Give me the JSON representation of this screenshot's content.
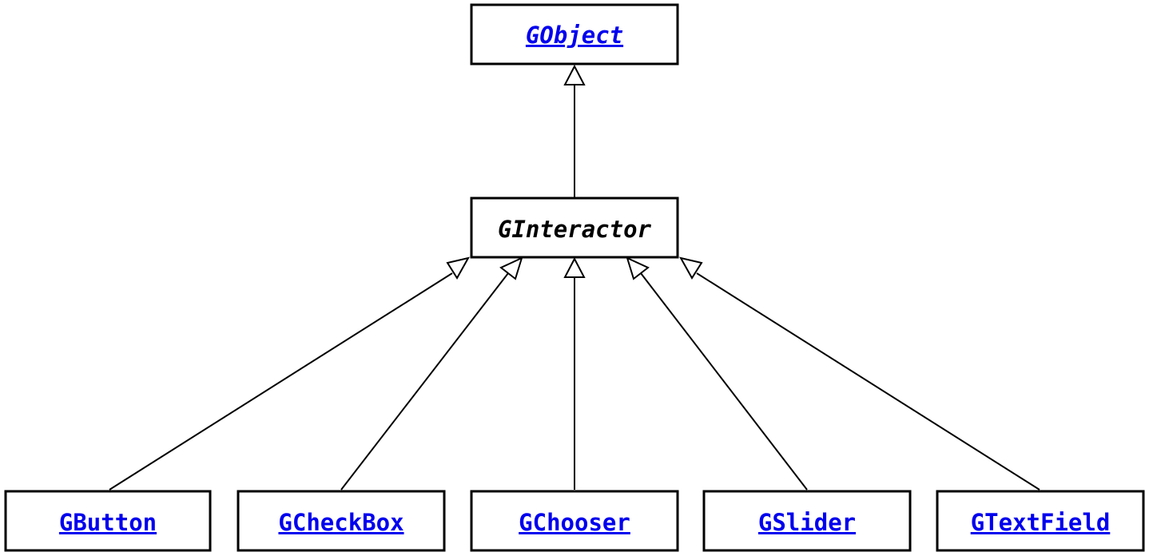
{
  "diagram": {
    "type": "class-hierarchy",
    "link_color": "#0000ee",
    "root": {
      "name": "GObject",
      "style": "italic",
      "is_link": true
    },
    "middle": {
      "name": "GInteractor",
      "style": "italic",
      "is_link": false
    },
    "children": [
      {
        "name": "GButton",
        "is_link": true
      },
      {
        "name": "GCheckBox",
        "is_link": true
      },
      {
        "name": "GChooser",
        "is_link": true
      },
      {
        "name": "GSlider",
        "is_link": true
      },
      {
        "name": "GTextField",
        "is_link": true
      }
    ],
    "edges": [
      {
        "from": "GInteractor",
        "to": "GObject",
        "relation": "inherits"
      },
      {
        "from": "GButton",
        "to": "GInteractor",
        "relation": "inherits"
      },
      {
        "from": "GCheckBox",
        "to": "GInteractor",
        "relation": "inherits"
      },
      {
        "from": "GChooser",
        "to": "GInteractor",
        "relation": "inherits"
      },
      {
        "from": "GSlider",
        "to": "GInteractor",
        "relation": "inherits"
      },
      {
        "from": "GTextField",
        "to": "GInteractor",
        "relation": "inherits"
      }
    ]
  }
}
